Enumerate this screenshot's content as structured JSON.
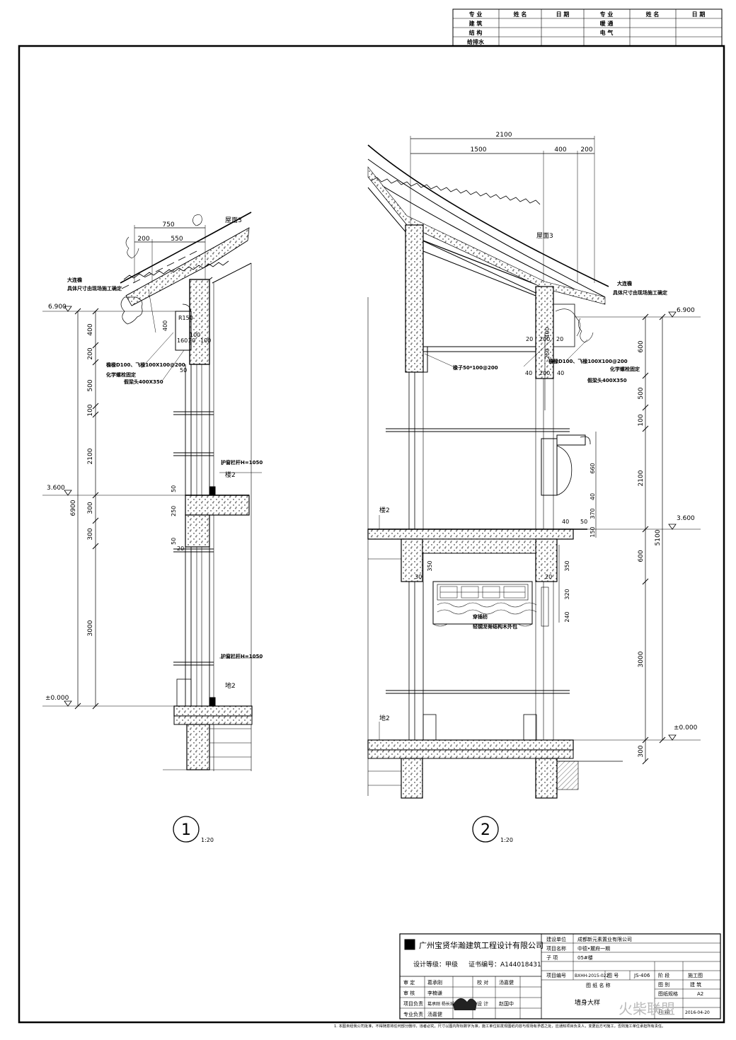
{
  "signoff": {
    "headers": [
      "专  业",
      "姓  名",
      "日  期",
      "专  业",
      "姓  名",
      "日  期"
    ],
    "rows": [
      [
        "建  筑",
        "",
        "",
        "暖  通",
        "",
        ""
      ],
      [
        "结  构",
        "",
        "",
        "电  气",
        "",
        ""
      ],
      [
        "给排水",
        "",
        "",
        "",
        "",
        ""
      ]
    ]
  },
  "detail1": {
    "number": "1",
    "scale": "1:20",
    "dims_top": [
      "750",
      "200",
      "550"
    ],
    "roof_label": "屋面3",
    "eave_note_1": "大连檐",
    "eave_note_2": "具体尺寸由现场施工确定",
    "rafter_note": "檐椽D100、飞椽100X100@200",
    "bolt_note": "化学螺栓固定",
    "beam_note": "假梁头400X350",
    "level_top": "6.900",
    "level_mid": "3.600",
    "level_base": "±0.000",
    "total_dim": "6900",
    "vert_dims": [
      "400",
      "200",
      "500",
      "100",
      "2100",
      "300",
      "300",
      "3000"
    ],
    "small_dims": [
      "R150",
      "400",
      "100",
      "160",
      "20",
      "100",
      "50",
      "50",
      "250",
      "50",
      "20"
    ],
    "railing_1": "护窗栏杆H=1050",
    "railing_2": "护窗栏杆H=1050",
    "floor_label": "楼2",
    "ground_label": "地2"
  },
  "detail2": {
    "number": "2",
    "scale": "1:20",
    "dim_total": "2100",
    "dims_top": [
      "1500",
      "400",
      "200"
    ],
    "roof_label": "屋面3",
    "eave_note_1": "大连檐",
    "eave_note_2": "具体尺寸由现场施工确定",
    "rafter_note": "檐椽D100、飞椽100X100@200",
    "bolt_note": "化学螺栓固定",
    "beam_note": "假梁头400X350",
    "joist_note": "椽子50*100@200",
    "level_top": "6.900",
    "level_mid": "3.600",
    "level_base": "±0.000",
    "right_dims": [
      "600",
      "500",
      "100",
      "2100",
      "5100",
      "600",
      "3000",
      "300"
    ],
    "inner_dims": [
      "660",
      "40",
      "370",
      "40",
      "150",
      "50",
      "350",
      "350",
      "320",
      "240",
      "30",
      "40",
      "200",
      "40",
      "20",
      "20",
      "200",
      "20",
      "250",
      "400"
    ],
    "panel_note_1": "穿插枋",
    "panel_note_2": "轻钢龙骨结构木外包",
    "floor_label": "楼2",
    "ground_label": "地2"
  },
  "title_block": {
    "company": "广州宝贤华瀚建筑工程设计有限公司",
    "grade_label": "设计等级：甲级",
    "cert_label": "证书编号：A144018431",
    "client_label": "建设单位",
    "client": "成都新元素置业有限公司",
    "project_label": "项目名称",
    "project": "中德•麓府一期",
    "sub_label": "子  项",
    "sub": "05#楼",
    "proj_no_label": "项目编号",
    "proj_no": "BXHH-2015-022",
    "drawing_no_label": "图  号",
    "drawing_no": "JS-406",
    "stage_label": "阶  段",
    "stage": "施工图",
    "name_label": "图 纸 名 称",
    "name": "墙身大样",
    "discipline_label": "图  别",
    "discipline": "建  筑",
    "size_label": "图纸规格",
    "size": "A2",
    "date_label": "日  期",
    "date": "2016-04-20",
    "roles": [
      {
        "role": "审  定",
        "name": "葛承刚"
      },
      {
        "role": "审  核",
        "name": "李楠谦"
      },
      {
        "role": "项目负责",
        "name": "葛承刚 杨长城"
      },
      {
        "role": "专业负责",
        "name": "汤嘉健"
      }
    ],
    "check_label": "校  对",
    "check_name": "汤嘉健",
    "design_label": "设  计",
    "design_name": "赵国中",
    "footnote": "1. 本图未经我公司批准，不得随意将任何部分删印，违者必究。尺寸以图内所标数字为准，施工单位如发现图纸内容与现场有矛盾之处，应通知项目负责人，变更后方可施工，否则施工单位承担所有责任。",
    "watermark": "火柴联盟"
  }
}
